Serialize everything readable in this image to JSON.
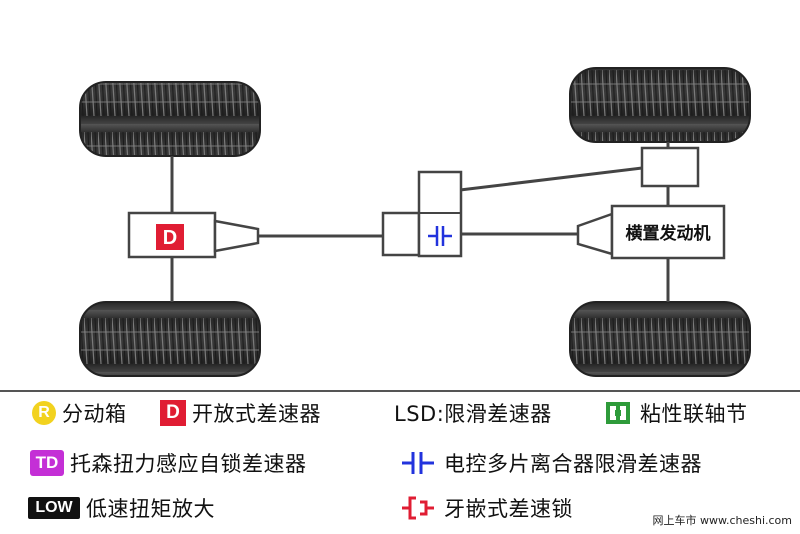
{
  "diagram": {
    "d_badge": "D",
    "engine_label": "横置发动机"
  },
  "legend": {
    "transfer_case": {
      "badge": "R",
      "label": "分动箱"
    },
    "open_diff": {
      "badge": "D",
      "label": "开放式差速器"
    },
    "lsd": {
      "label": "LSD:限滑差速器"
    },
    "viscous": {
      "label": "粘性联轴节"
    },
    "torsen": {
      "badge": "TD",
      "label": "托森扭力感应自锁差速器"
    },
    "multi_plate": {
      "label": "电控多片离合器限滑差速器"
    },
    "low": {
      "badge": "LOW",
      "label": "低速扭矩放大"
    },
    "dog_clutch": {
      "label": "牙嵌式差速锁"
    }
  },
  "watermark": "网上车市 www.cheshi.com",
  "colors": {
    "r_badge": "#f2d21f",
    "d_badge": "#e01d33",
    "td_badge": "#c42fd6",
    "low_badge": "#111111",
    "viscous_icon": "#2e9b3a",
    "multi_plate_icon": "#2233dd",
    "dog_clutch_icon": "#e01d33"
  }
}
